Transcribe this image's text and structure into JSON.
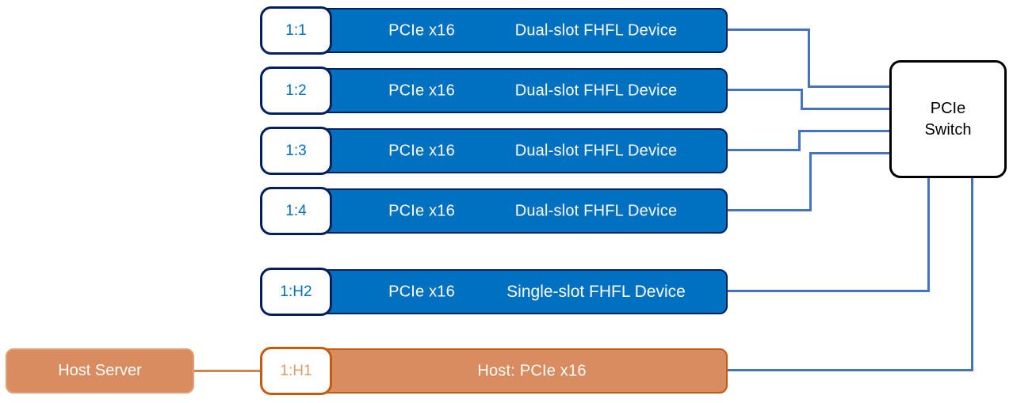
{
  "slots": [
    {
      "id": "1:1",
      "link": "PCIe x16",
      "device": "Dual-slot FHFL Device"
    },
    {
      "id": "1:2",
      "link": "PCIe x16",
      "device": "Dual-slot FHFL Device"
    },
    {
      "id": "1:3",
      "link": "PCIe x16",
      "device": "Dual-slot FHFL Device"
    },
    {
      "id": "1:4",
      "link": "PCIe x16",
      "device": "Dual-slot FHFL Device"
    },
    {
      "id": "1:H2",
      "link": "PCIe x16",
      "device": "Single-slot FHFL Device"
    },
    {
      "id": "1:H1",
      "label": "Host: PCIe x16"
    }
  ],
  "pcie_switch": {
    "line1": "PCIe",
    "line2": "Switch"
  },
  "host_server": {
    "label": "Host Server"
  },
  "colors": {
    "slot_fill_blue": "#0070C0",
    "slot_border_navy": "#002060",
    "connector_blue": "#4472C4",
    "host_fill_orange": "#D98C60",
    "host_border_orange": "#C55A11",
    "switch_border_black": "#000000"
  }
}
